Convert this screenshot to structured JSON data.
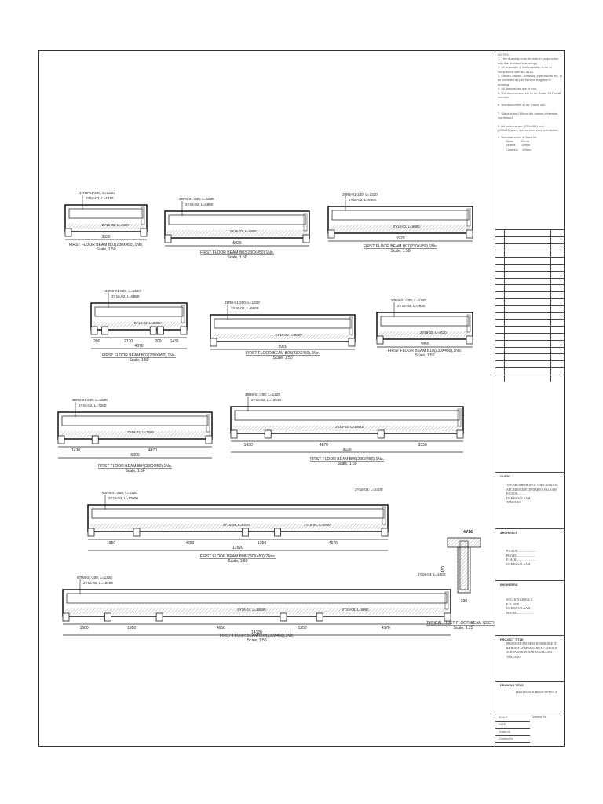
{
  "notes": {
    "heading": "NOTES :-",
    "items": [
      "1.  This drawing must be read in conjunction with the Architect's drawings.",
      "2.  All materials & workmanship to be in compliance with BS 8110.",
      "3.  Electric cables, conduits, pipe inserts etc. to be provided as per Service Engineer's drawing.",
      "4.  All dimensions are in mm.",
      "5.  Reinforced concrete to be Grade 25 For all member",
      "6.  Reinforcement to be Grade 460.",
      "7.  Slabs to be 150mm thk unless otherwise mentioned.",
      "8.  All columns are (230x450) and (230x230)mm,  unless otherwise mentioned.",
      "9.  Nominal cover of bars for:"
    ],
    "cover": [
      {
        "member": "Slabs",
        "value": "30mm"
      },
      {
        "member": "Beams",
        "value": "35mm"
      },
      {
        "member": "Columns",
        "value": "40mm"
      }
    ]
  },
  "beams": [
    {
      "caption": "FIRST FLOOR BEAM B01(230X450),1No.",
      "scale": "Scale, 1:50",
      "link": "17R8-01-200, L=1320",
      "top_bar": "2Y16-02, L=4310",
      "bottom_bar": "2Y16-02, L=4310",
      "dims": [
        "3330"
      ]
    },
    {
      "caption": "FIRST FLOOR BEAM B03(230X450),1No.",
      "scale": "Scale, 1:50",
      "link": "29R8-01-200, L=1320",
      "top_bar": "2Y16-02, L=6900",
      "bottom_bar": "2Y16-02, L=6900",
      "dims": [
        "5920"
      ]
    },
    {
      "caption": "FIRST FLOOR BEAM B07(230X450),1No.",
      "scale": "Scale, 1:50",
      "link": "29R8-01-200, L=1320",
      "top_bar": "2Y16-02, L=6900",
      "bottom_bar": "2Y16-02, L=6900",
      "dims": [
        "5920"
      ]
    },
    {
      "caption": "FIRST FLOOR BEAM B02(230X450),1No.",
      "scale": "Scale, 1:50",
      "link": "24R8-01-200, L=1320",
      "top_bar": "2Y16-02, L=5850",
      "bottom_bar": "2Y16-02, L=5850",
      "dims": [
        "200",
        "2770",
        "200",
        "1435"
      ],
      "total": "4870"
    },
    {
      "caption": "FIRST FLOOR BEAM B05(230X450),1No.",
      "scale": "Scale, 1:50",
      "link": "29R8-01-200, L=1320",
      "top_bar": "2Y16-02, L=6900",
      "bottom_bar": "2Y16-02, L=6900",
      "dims": [
        "5920"
      ]
    },
    {
      "caption": "FIRST FLOOR BEAM B10(230X450),1No.",
      "scale": "Scale, 1:50",
      "link": "20R8-01-200, L=1320",
      "top_bar": "2Y16-02, L=4630",
      "bottom_bar": "2Y16-02, L=4630",
      "dims": [
        "3850"
      ]
    },
    {
      "caption": "FIRST FLOOR BEAM B04(230X450),1No.",
      "scale": "Scale, 1:50",
      "link": "30R8-01-200, L=1320",
      "top_bar": "2Y16-02, L=7280",
      "bottom_bar": "2Y16-02, L=7280",
      "dims": [
        "1430",
        "4870"
      ],
      "total": "6300"
    },
    {
      "caption": "FIRST FLOOR BEAM B06(230X450),1No.",
      "scale": "Scale, 1:50",
      "link": "46R8-01-200, L=1320",
      "top_bar": "2Y16-02, L=10610",
      "bottom_bar": "2Y16-02, L=10610",
      "dims": [
        "1430",
        "4870",
        "3330"
      ],
      "total": "9630"
    },
    {
      "caption": "FIRST FLOOR BEAM B08(230X450),2Nos.",
      "scale": "Scale, 1:50",
      "link": "60R8-01-200, L=1320",
      "top_bar": "2Y16-02, L=12000",
      "extra_bar": "2Y16-03, L=2400",
      "bottom_bar": "2Y16-04, L=8440",
      "bottom_bar2": "2Y16-05, L=5060",
      "dims": [
        "1950",
        "4650",
        "1350",
        "4570"
      ],
      "total": "12520"
    },
    {
      "caption": "FIRST FLOOR BEAM B09(230X450),1No.",
      "scale": "Scale, 1:50",
      "link": "67R8-01-200, L=1320",
      "top_bar": "2Y16-02, L=12000",
      "extra_bar": "2Y16-03, L=4000",
      "bottom_bar": "2Y16-04, L=10040",
      "bottom_bar2": "2Y16-05, L=5060",
      "dims": [
        "1600",
        "1950",
        "4650",
        "1350",
        "4570"
      ],
      "total": "14120"
    }
  ],
  "section": {
    "caption": "TYPICAL FIRST FLOOR BEAM SECTION",
    "scale": "Scale, 1:25",
    "bars": "4Y16",
    "width": "230",
    "depth": "450"
  },
  "title_block": {
    "client_label": "CLIENT",
    "client": [
      "THE ARCHBISHOP OF THE CATHOLIC",
      "ARCHDIOCESE OF DAR ES SALAAM",
      "P.O.BOX...........",
      "DAR ES SALAAM",
      "TANZANIA"
    ],
    "architect_label": "ARCHITECT",
    "architect": [
      "P.O.BOX ........................",
      "PHONE..........................",
      "E-MAIL..........................",
      "DAR ES SALAAM"
    ],
    "engineers_label": "ENGINEERS",
    "engineers": [
      "ENG. KIN CHAULA",
      "P. O. BOX .............",
      "DAR ES SALAAM",
      "PHONE......................"
    ],
    "project_label": "PROJECT TITLE",
    "project": [
      "PROPOSED FATHERS' RESIDENCE TO",
      "BE BUILT AT MWANANGA CATHOLIC",
      "SUB PARISH IN DAR ES SALAAM",
      "TANZANIA"
    ],
    "drawing_label": "DRAWING TITLE",
    "drawing": "FIRST FLOOR BEAM DETAILS",
    "bottom_rows": [
      "SCALE",
      "DATE",
      "Drawn by",
      "Checked by"
    ],
    "drawing_no_label": "Drawing No."
  }
}
